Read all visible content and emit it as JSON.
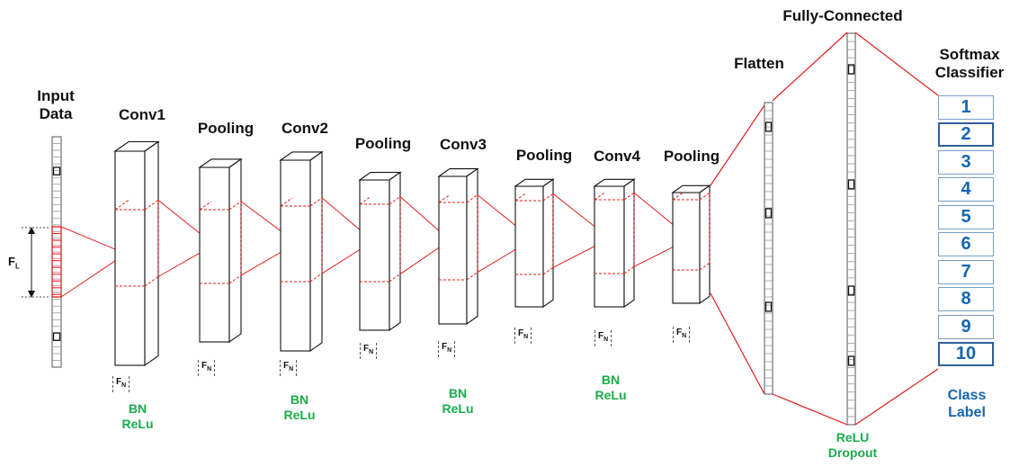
{
  "colors": {
    "accent_red": "#e01e1e",
    "green": "#1aab4a",
    "blue": "#1565b0",
    "ink": "#111111"
  },
  "labels": {
    "input_line1": "Input",
    "input_line2": "Data",
    "conv1": "Conv1",
    "pool1": "Pooling",
    "conv2": "Conv2",
    "pool2": "Pooling",
    "conv3": "Conv3",
    "pool3": "Pooling",
    "conv4": "Conv4",
    "pool4": "Pooling",
    "flatten": "Flatten",
    "fully_connected": "Fully-Connected",
    "softmax_line1": "Softmax",
    "softmax_line2": "Classifier"
  },
  "fl": {
    "main": "F",
    "sub": "L"
  },
  "fn": {
    "main": "F",
    "sub": "N"
  },
  "bn_relu": {
    "line1": "BN",
    "line2": "ReLu"
  },
  "fc_notes": {
    "line1": "ReLU",
    "line2": "Dropout"
  },
  "class_label": {
    "line1": "Class",
    "line2": "Label"
  },
  "classes": [
    "1",
    "2",
    "3",
    "4",
    "5",
    "6",
    "7",
    "8",
    "9",
    "10"
  ]
}
